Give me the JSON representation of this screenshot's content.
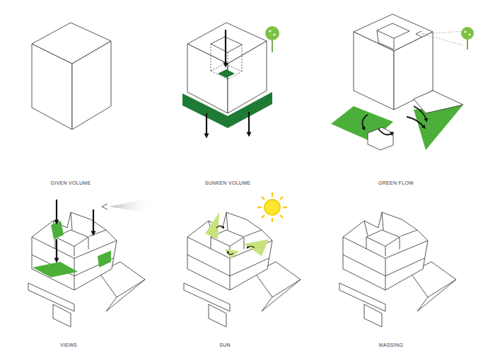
{
  "diagram": {
    "labels": [
      "GIVEN VOLUME",
      "SUNKEN VOLUME",
      "GREEN FLOW",
      "VIEWS",
      "SUN",
      "MASSING"
    ]
  }
}
